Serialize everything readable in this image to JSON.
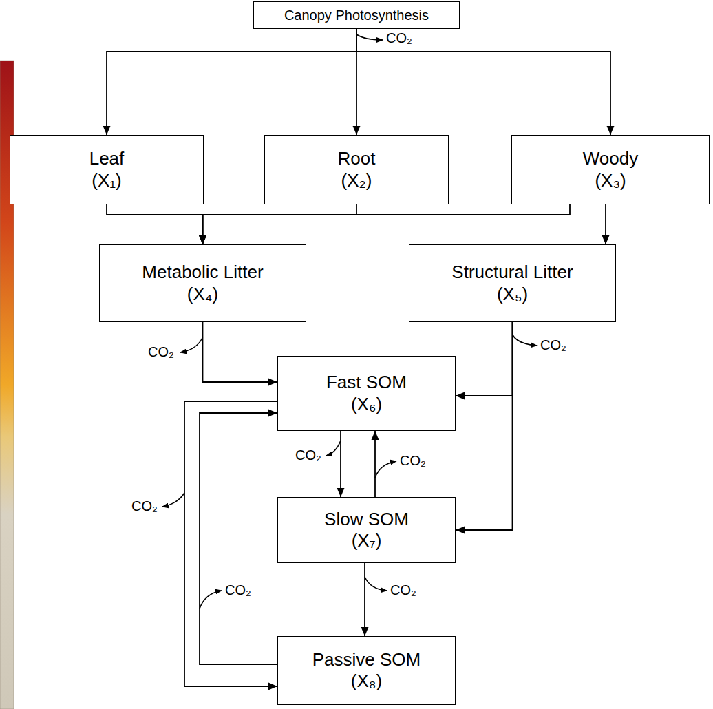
{
  "diagram": {
    "nodes": [
      {
        "text": [
          "Canopy Photosynthesis"
        ]
      },
      {
        "text": [
          "Leaf",
          "(X₁)"
        ]
      },
      {
        "text": [
          "Root",
          "(X₂)"
        ]
      },
      {
        "text": [
          "Woody",
          "(X₃)"
        ]
      },
      {
        "text": [
          "Metabolic Litter",
          "(X₄)"
        ]
      },
      {
        "text": [
          "Structural Litter",
          "(X₅)"
        ]
      },
      {
        "text": [
          "Fast SOM",
          "(X₆)"
        ]
      },
      {
        "text": [
          "Slow SOM",
          "(X₇)"
        ]
      },
      {
        "text": [
          "Passive SOM",
          "(X₈)"
        ]
      }
    ],
    "edges": [
      {
        "from": 0,
        "to": 1,
        "arrow": "to"
      },
      {
        "from": 0,
        "to": 2,
        "arrow": "to"
      },
      {
        "from": 0,
        "to": 3,
        "arrow": "to"
      },
      {
        "from": 1,
        "to": 4,
        "arrow": "to"
      },
      {
        "from": 2,
        "to": 4,
        "arrow": "to"
      },
      {
        "from": 3,
        "to": 4,
        "arrow": "to"
      },
      {
        "from": 3,
        "to": 5,
        "arrow": "to"
      },
      {
        "from": 4,
        "to": 6,
        "arrow": "to"
      },
      {
        "from": 5,
        "to": 6,
        "arrow": "to"
      },
      {
        "from": 5,
        "to": 7,
        "arrow": "to"
      },
      {
        "from": 6,
        "to": 7,
        "arrow": "to"
      },
      {
        "from": 7,
        "to": 6,
        "arrow": "to"
      },
      {
        "from": 6,
        "to": 8,
        "arrow": "to"
      },
      {
        "from": 8,
        "to": 6,
        "arrow": "to"
      },
      {
        "from": 7,
        "to": 8,
        "arrow": "to"
      }
    ],
    "labels": [
      "CO₂",
      "CO₂",
      "CO₂",
      "CO₂",
      "CO₂",
      "CO₂",
      "CO₂",
      "CO₂"
    ]
  }
}
